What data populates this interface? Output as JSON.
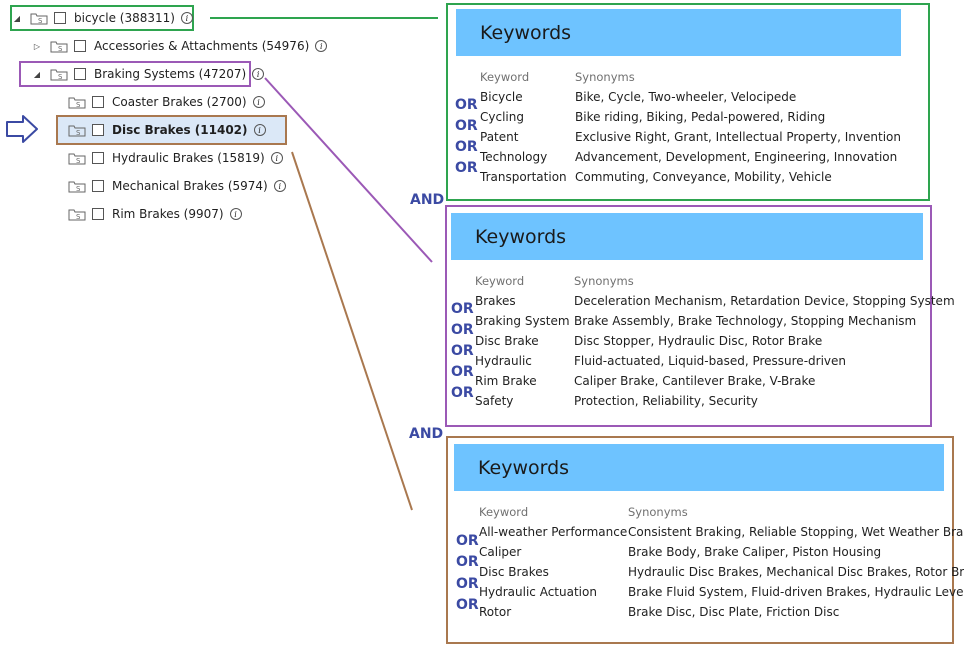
{
  "tree": {
    "root": {
      "label": "bicycle (388311)"
    },
    "items": [
      {
        "label": "Accessories & Attachments (54976)"
      },
      {
        "label": "Braking Systems (47207)"
      },
      {
        "label": "Coaster Brakes (2700)"
      },
      {
        "label": "Disc Brakes (11402)"
      },
      {
        "label": "Hydraulic Brakes (15819)"
      },
      {
        "label": "Mechanical Brakes (5974)"
      },
      {
        "label": "Rim Brakes (9907)"
      }
    ],
    "info_glyph": "i"
  },
  "operators": {
    "or": "OR",
    "and": "AND"
  },
  "colors": {
    "green": "#2ea44f",
    "purple": "#9b59b6",
    "brown": "#a9784f",
    "header": "#6ec3ff",
    "operator": "#3b4aa3"
  },
  "panels": [
    {
      "title": "Keywords",
      "col_keyword": "Keyword",
      "col_synonyms": "Synonyms",
      "rows": [
        {
          "keyword": "Bicycle",
          "synonyms": "Bike, Cycle, Two-wheeler, Velocipede"
        },
        {
          "keyword": "Cycling",
          "synonyms": "Bike riding, Biking, Pedal-powered, Riding"
        },
        {
          "keyword": "Patent",
          "synonyms": "Exclusive Right, Grant, Intellectual Property, Invention"
        },
        {
          "keyword": "Technology",
          "synonyms": "Advancement, Development, Engineering, Innovation"
        },
        {
          "keyword": "Transportation",
          "synonyms": "Commuting, Conveyance, Mobility, Vehicle"
        }
      ]
    },
    {
      "title": "Keywords",
      "col_keyword": "Keyword",
      "col_synonyms": "Synonyms",
      "rows": [
        {
          "keyword": "Brakes",
          "synonyms": "Deceleration Mechanism, Retardation Device, Stopping System"
        },
        {
          "keyword": "Braking System",
          "synonyms": "Brake Assembly, Brake Technology, Stopping Mechanism"
        },
        {
          "keyword": "Disc Brake",
          "synonyms": "Disc Stopper, Hydraulic Disc, Rotor Brake"
        },
        {
          "keyword": "Hydraulic",
          "synonyms": "Fluid-actuated, Liquid-based, Pressure-driven"
        },
        {
          "keyword": "Rim Brake",
          "synonyms": "Caliper Brake, Cantilever Brake, V-Brake"
        },
        {
          "keyword": "Safety",
          "synonyms": "Protection, Reliability, Security"
        }
      ]
    },
    {
      "title": "Keywords",
      "col_keyword": "Keyword",
      "col_synonyms": "Synonyms",
      "rows": [
        {
          "keyword": "All-weather Performance",
          "synonyms": "Consistent Braking, Reliable Stopping, Wet Weather Braking"
        },
        {
          "keyword": "Caliper",
          "synonyms": "Brake Body, Brake Caliper, Piston Housing"
        },
        {
          "keyword": "Disc Brakes",
          "synonyms": "Hydraulic Disc Brakes, Mechanical Disc Brakes, Rotor Brakes"
        },
        {
          "keyword": "Hydraulic Actuation",
          "synonyms": "Brake Fluid System, Fluid-driven Brakes, Hydraulic Levers"
        },
        {
          "keyword": "Rotor",
          "synonyms": "Brake Disc, Disc Plate, Friction Disc"
        }
      ]
    }
  ]
}
